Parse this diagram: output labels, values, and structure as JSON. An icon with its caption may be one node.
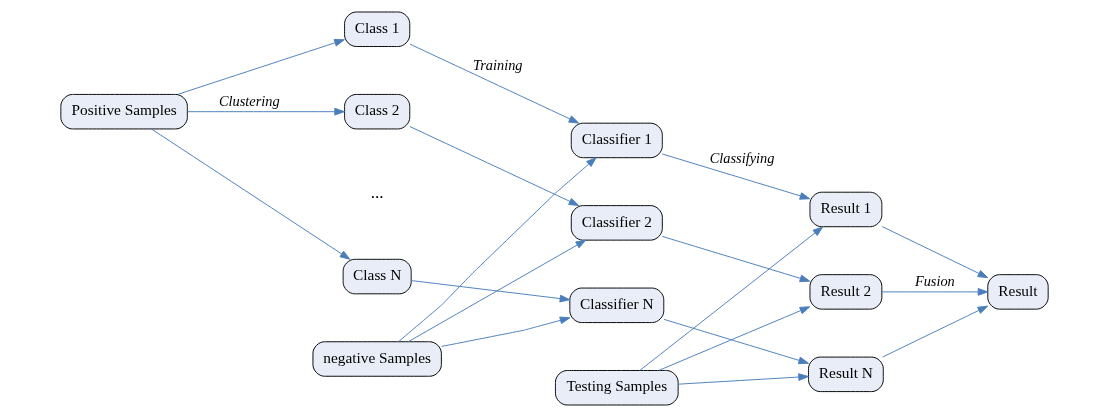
{
  "diagram": {
    "nodes": [
      {
        "text": [
          "Positive Samples"
        ]
      },
      {
        "text": [
          "Class 1"
        ]
      },
      {
        "text": [
          "Class 2"
        ]
      },
      {
        "text": [
          "Class N"
        ]
      },
      {
        "text": [
          "Classifier 1"
        ]
      },
      {
        "text": [
          "Classifier 2"
        ]
      },
      {
        "text": [
          "Classifier N"
        ]
      },
      {
        "text": [
          "Result 1"
        ]
      },
      {
        "text": [
          "Result 2"
        ]
      },
      {
        "text": [
          "Result N"
        ]
      },
      {
        "text": [
          "Result"
        ]
      },
      {
        "text": [
          "negative Samples"
        ]
      },
      {
        "text": [
          "Testing Samples"
        ]
      }
    ],
    "edges": [
      {
        "from": 0,
        "to": 1,
        "arrow": "to"
      },
      {
        "from": 0,
        "to": 2,
        "arrow": "to",
        "label": "Clustering"
      },
      {
        "from": 0,
        "to": 3,
        "arrow": "to"
      },
      {
        "from": 1,
        "to": 4,
        "arrow": "to",
        "label": "Training"
      },
      {
        "from": 2,
        "to": 5,
        "arrow": "to"
      },
      {
        "from": 3,
        "to": 6,
        "arrow": "to"
      },
      {
        "from": 11,
        "to": 4,
        "arrow": "to"
      },
      {
        "from": 11,
        "to": 5,
        "arrow": "to"
      },
      {
        "from": 11,
        "to": 6,
        "arrow": "to"
      },
      {
        "from": 4,
        "to": 7,
        "arrow": "to",
        "label": "Classifying"
      },
      {
        "from": 5,
        "to": 8,
        "arrow": "to"
      },
      {
        "from": 6,
        "to": 9,
        "arrow": "to"
      },
      {
        "from": 12,
        "to": 7,
        "arrow": "to"
      },
      {
        "from": 12,
        "to": 8,
        "arrow": "to"
      },
      {
        "from": 12,
        "to": 9,
        "arrow": "to"
      },
      {
        "from": 7,
        "to": 10,
        "arrow": "to"
      },
      {
        "from": 8,
        "to": 10,
        "arrow": "to",
        "label": "Fusion"
      },
      {
        "from": 9,
        "to": 10,
        "arrow": "to"
      }
    ],
    "labels": [
      "..."
    ]
  }
}
